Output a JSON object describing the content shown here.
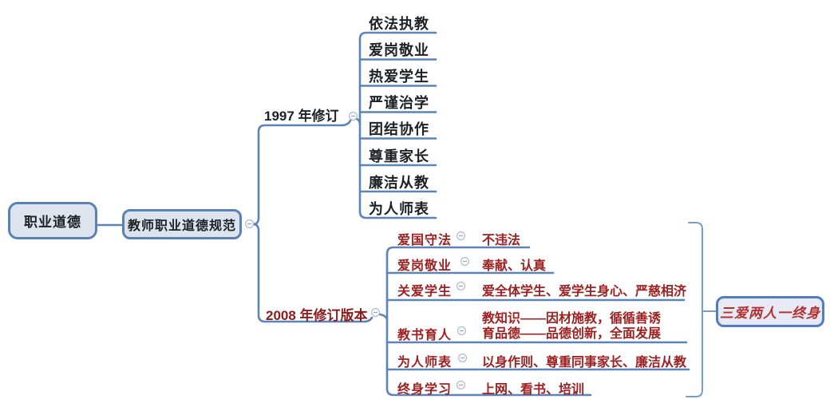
{
  "colors": {
    "line": "#5b84b8",
    "bracket": "#7b9cc8",
    "box_border": "#5a82b6",
    "box_fill": "#dde4ee",
    "summary_border": "#4f7dc0",
    "summary_fill": "#e7eaf5",
    "black_text": "#1d2025",
    "red_text": "#9e2020",
    "red_deep": "#8e1a1a",
    "summary_red": "#b23232"
  },
  "icons": {
    "collapse": "minus-circle"
  },
  "root": {
    "label": "职业道德"
  },
  "standard_node": {
    "label": "教师职业道德规范"
  },
  "branch_1997": {
    "label": "1997 年修订",
    "children": [
      "依法执教",
      "爱岗敬业",
      "热爱学生",
      "严谨治学",
      "团结协作",
      "尊重家长",
      "廉洁从教",
      "为人师表"
    ]
  },
  "branch_2008": {
    "label": "2008 年修订版本",
    "children": [
      {
        "label": "爱国守法",
        "values": [
          "不违法"
        ]
      },
      {
        "label": "爱岗敬业",
        "values": [
          "奉献、认真"
        ]
      },
      {
        "label": "关爱学生",
        "values": [
          "爱全体学生、爱学生身心、严慈相济"
        ]
      },
      {
        "label": "教书育人",
        "values": [
          "教知识——因材施教，循循善诱",
          "育品德——品德创新，全面发展"
        ]
      },
      {
        "label": "为人师表",
        "values": [
          "以身作则、尊重同事家长、廉洁从教"
        ]
      },
      {
        "label": "终身学习",
        "values": [
          "上网、看书、培训"
        ]
      }
    ]
  },
  "summary": {
    "label": "三爱两人一终身"
  }
}
